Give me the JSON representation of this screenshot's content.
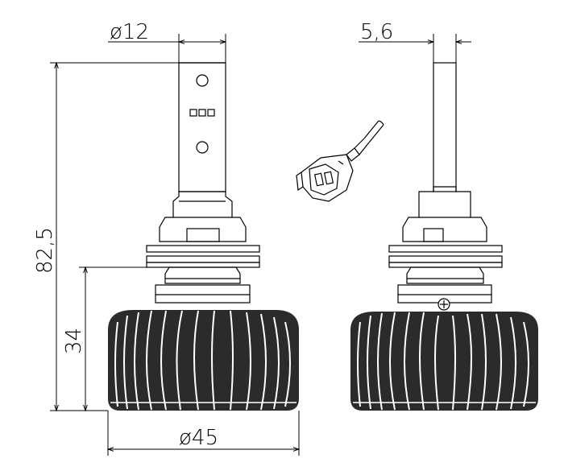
{
  "dimensions": {
    "top_width_diameter": "ø12",
    "side_thickness": "5,6",
    "overall_height": "82,5",
    "heatsink_height": "34",
    "heatsink_diameter": "ø45"
  },
  "colors": {
    "line": "#000000",
    "heatsink_fill": "#2b2b2b",
    "background": "#ffffff"
  }
}
